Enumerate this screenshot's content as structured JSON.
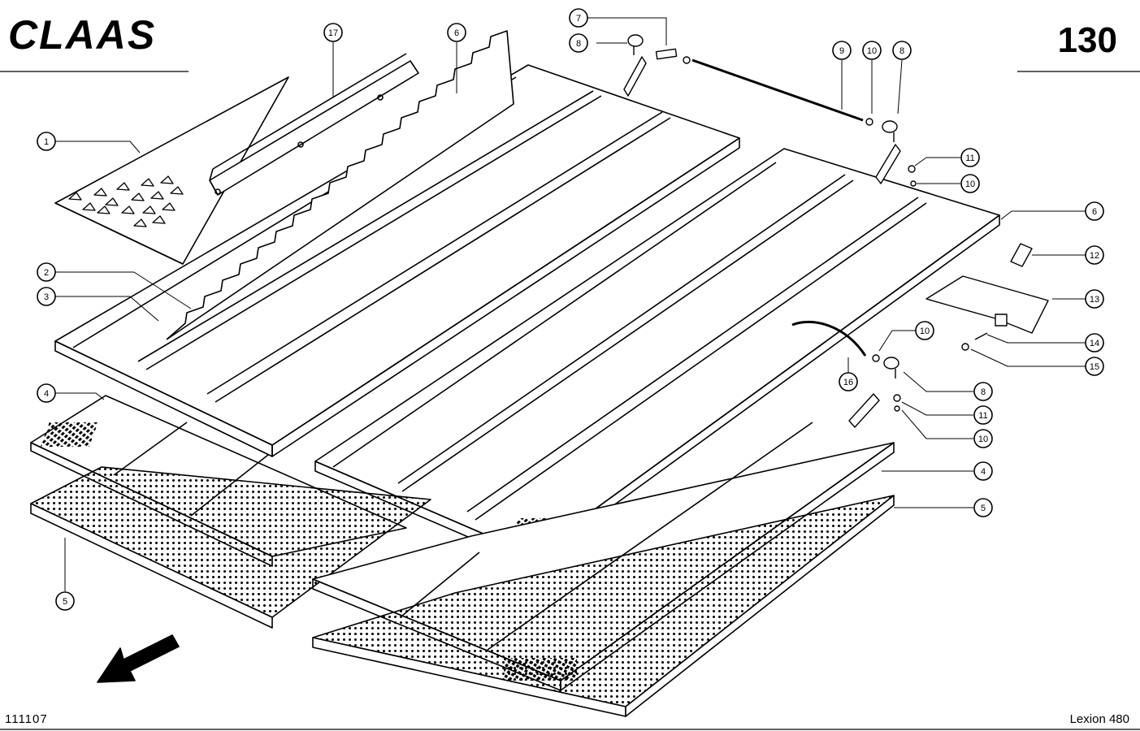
{
  "header": {
    "brand": "CLAAS",
    "page_number": "130"
  },
  "footer": {
    "drawing_number": "111107",
    "model": "Lexion 480"
  },
  "callouts": [
    {
      "id": "c1",
      "label": "1"
    },
    {
      "id": "c2",
      "label": "2"
    },
    {
      "id": "c3",
      "label": "3"
    },
    {
      "id": "c4a",
      "label": "4"
    },
    {
      "id": "c4b",
      "label": "4"
    },
    {
      "id": "c5a",
      "label": "5"
    },
    {
      "id": "c5b",
      "label": "5"
    },
    {
      "id": "c6a",
      "label": "6"
    },
    {
      "id": "c6b",
      "label": "6"
    },
    {
      "id": "c7",
      "label": "7"
    },
    {
      "id": "c8a",
      "label": "8"
    },
    {
      "id": "c8b",
      "label": "8"
    },
    {
      "id": "c8c",
      "label": "8"
    },
    {
      "id": "c9",
      "label": "9"
    },
    {
      "id": "c10a",
      "label": "10"
    },
    {
      "id": "c10b",
      "label": "10"
    },
    {
      "id": "c10c",
      "label": "10"
    },
    {
      "id": "c10d",
      "label": "10"
    },
    {
      "id": "c11a",
      "label": "11"
    },
    {
      "id": "c11b",
      "label": "11"
    },
    {
      "id": "c12",
      "label": "12"
    },
    {
      "id": "c13",
      "label": "13"
    },
    {
      "id": "c14",
      "label": "14"
    },
    {
      "id": "c15",
      "label": "15"
    },
    {
      "id": "c16",
      "label": "16"
    },
    {
      "id": "c17",
      "label": "17"
    }
  ]
}
